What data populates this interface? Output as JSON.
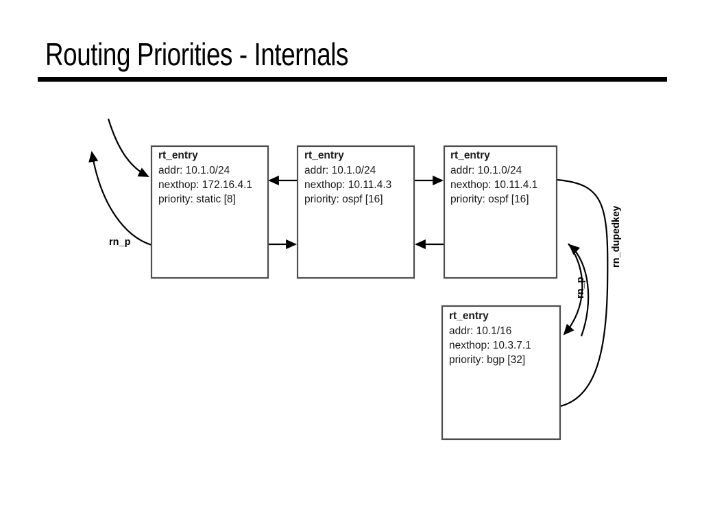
{
  "slide": {
    "title": "Routing Priorities - Internals"
  },
  "diagram": {
    "type": "linked-list-structure",
    "nodes": [
      {
        "id": "node-static",
        "title": "rt_entry",
        "fields": [
          "addr: 10.1.0/24",
          "nexthop: 172.16.4.1",
          "priority: static [8]"
        ]
      },
      {
        "id": "node-ospf-a",
        "title": "rt_entry",
        "fields": [
          "addr: 10.1.0/24",
          "nexthop: 10.11.4.3",
          "priority: ospf [16]"
        ]
      },
      {
        "id": "node-ospf-b",
        "title": "rt_entry",
        "fields": [
          "addr: 10.1.0/24",
          "nexthop: 10.11.4.1",
          "priority: ospf [16]"
        ]
      },
      {
        "id": "node-bgp",
        "title": "rt_entry",
        "fields": [
          "addr: 10.1/16",
          "nexthop: 10.3.7.1",
          "priority: bgp [32]"
        ]
      }
    ],
    "labels": {
      "left_rn_p": "rn_p",
      "right_rn_p": "rn_p",
      "rn_dupedkey": "rn_dupedkey"
    }
  }
}
